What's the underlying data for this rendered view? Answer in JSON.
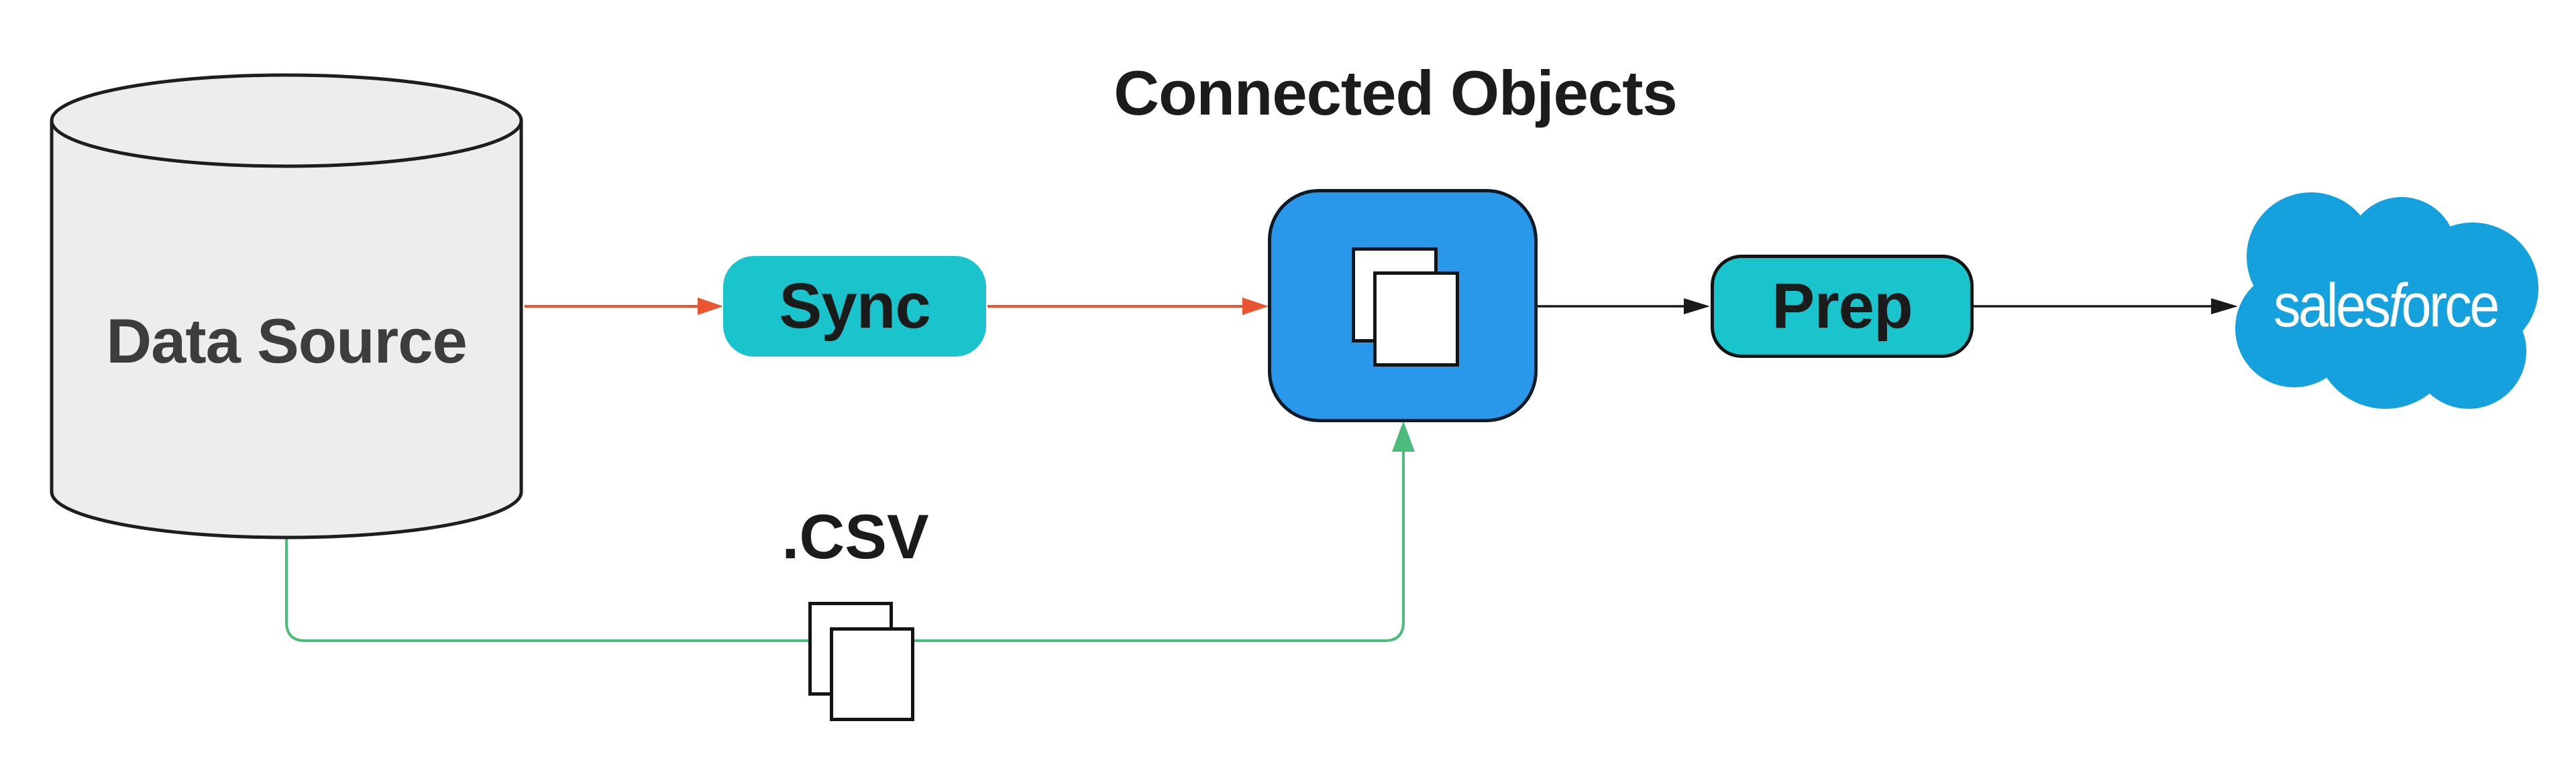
{
  "diagram": {
    "background_color": "#FFFFFF",
    "header": {
      "title": "Connected Objects"
    },
    "nodes": {
      "data_source": {
        "label": "Data Source",
        "shape": "database-cylinder",
        "fill": "#EDEDED",
        "stroke": "#1E1E1E",
        "text_color": "#3D3D3D"
      },
      "sync": {
        "label": "Sync",
        "shape": "rounded-button",
        "fill": "#19C4CC",
        "text_color": "#1B1B1B"
      },
      "connected_objects": {
        "icon": "documents-icon",
        "shape": "rounded-app-tile",
        "fill": "#2997EA",
        "stroke": "#0E1B26",
        "page_fill": "#FFFFFF",
        "page_stroke": "#141414"
      },
      "prep": {
        "label": "Prep",
        "shape": "rounded-button",
        "fill": "#19C4CC",
        "stroke": "#141414",
        "text_color": "#1B1B1B"
      },
      "salesforce": {
        "wordmark_pre": "sales",
        "wordmark_f": "f",
        "wordmark_post": "orce",
        "shape": "cloud",
        "fill": "#14A1DE",
        "text_color": "#FFFFFF"
      },
      "csv": {
        "label": ".CSV",
        "icon": "documents-icon",
        "text_color": "#1B1B1B",
        "page_fill": "#FFFFFF",
        "page_stroke": "#1A1A1A"
      }
    },
    "connectors": {
      "data_source_to_sync": {
        "color": "#EA5430",
        "style": "arrow"
      },
      "sync_to_connected_objects": {
        "color": "#EA5430",
        "style": "arrow"
      },
      "connected_objects_to_prep": {
        "color": "#1A1A1A",
        "style": "arrow"
      },
      "prep_to_salesforce": {
        "color": "#1A1A1A",
        "style": "arrow"
      },
      "csv_upload": {
        "color": "#4CBC7C",
        "style": "elbow-arrow"
      }
    }
  }
}
